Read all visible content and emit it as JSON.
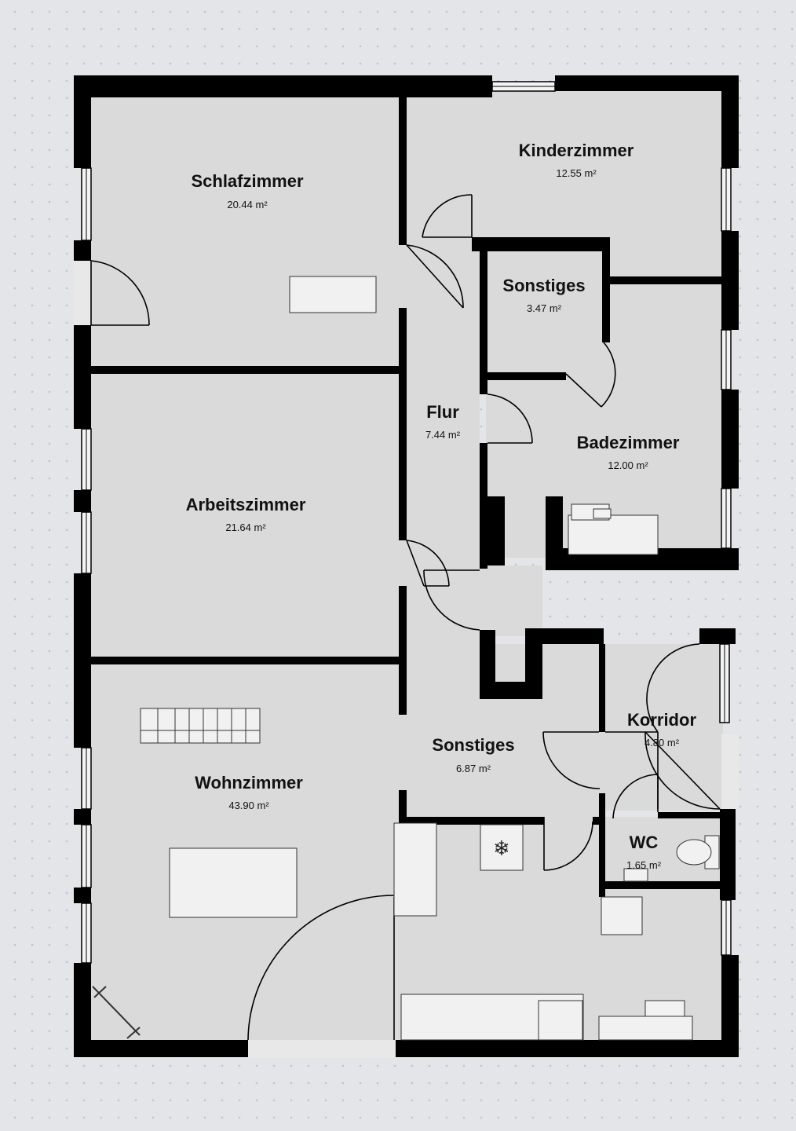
{
  "floorplan": {
    "colors": {
      "background": "#e4e5e8",
      "floor": "#dadada",
      "wall": "#000000",
      "furniture": "#f1f1f1"
    },
    "rooms": {
      "schlafzimmer": {
        "name": "Schlafzimmer",
        "area": "20.44 m²"
      },
      "kinderzimmer": {
        "name": "Kinderzimmer",
        "area": "12.55 m²"
      },
      "sonstiges_small": {
        "name": "Sonstiges",
        "area": "3.47 m²"
      },
      "flur": {
        "name": "Flur",
        "area": "7.44 m²"
      },
      "badezimmer": {
        "name": "Badezimmer",
        "area": "12.00 m²"
      },
      "arbeitszimmer": {
        "name": "Arbeitszimmer",
        "area": "21.64 m²"
      },
      "sonstiges_large": {
        "name": "Sonstiges",
        "area": "6.87 m²"
      },
      "korridor": {
        "name": "Korridor",
        "area": "4.80 m²"
      },
      "wohnzimmer": {
        "name": "Wohnzimmer",
        "area": "43.90 m²"
      },
      "wc": {
        "name": "WC",
        "area": "1.65 m²"
      }
    },
    "icons": {
      "freezer": "snowflake-icon",
      "toilet": "toilet-icon"
    }
  }
}
